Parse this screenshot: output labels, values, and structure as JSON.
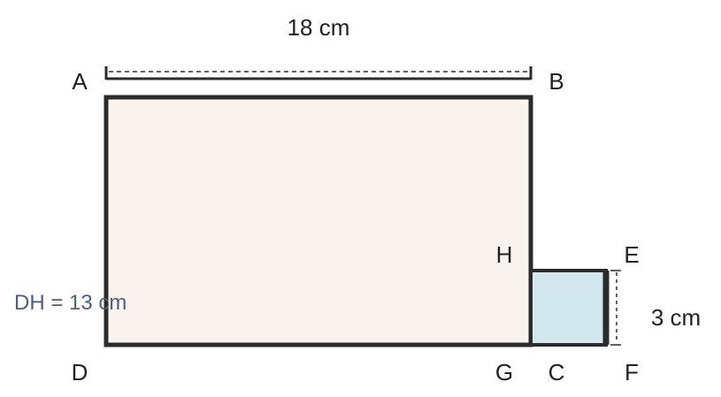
{
  "diagram": {
    "top_dimension": "18 cm",
    "side_dimension": "3 cm",
    "note": "DH = 13 cm",
    "points": {
      "A": "A",
      "B": "B",
      "C": "C",
      "D": "D",
      "E": "E",
      "F": "F",
      "G": "G",
      "H": "H"
    }
  },
  "colors": {
    "large_rect_fill": "#f8f3ee",
    "small_square_fill": "#d3e8ee",
    "stroke": "#2b2b2b",
    "note_text": "#4a5f82",
    "label_text": "#222222"
  }
}
